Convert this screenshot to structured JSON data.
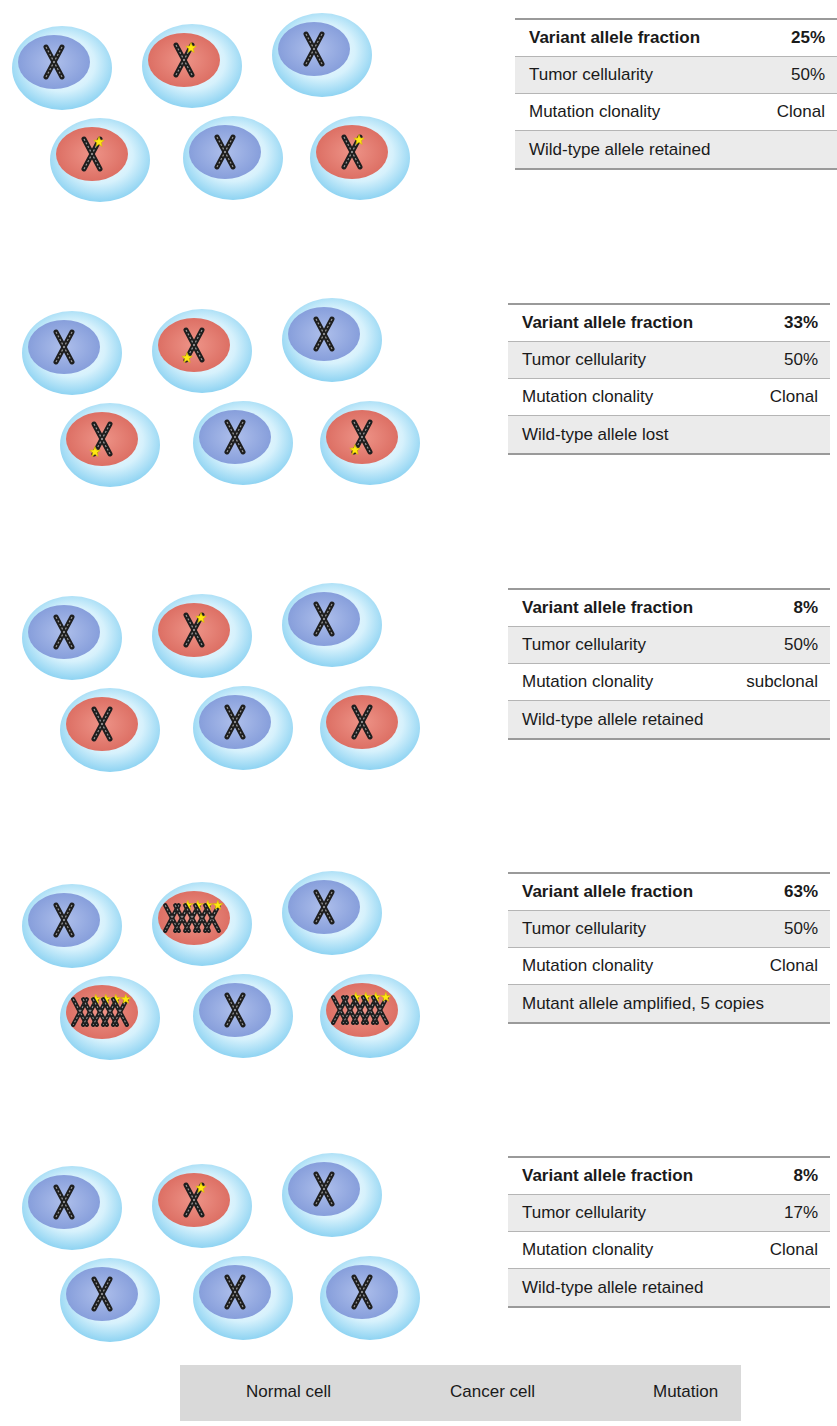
{
  "diagram": {
    "labels": [
      "Variant allele fraction",
      "25%",
      "Tumor cellularity",
      "50%",
      "Mutation clonality",
      "Clonal",
      "Wild-type allele retained",
      "Variant allele fraction",
      "33%",
      "Tumor cellularity",
      "50%",
      "Mutation clonality",
      "Clonal",
      "Wild-type allele lost",
      "Variant allele fraction",
      "8%",
      "Tumor cellularity",
      "50%",
      "Mutation clonality",
      "subclonal",
      "Wild-type allele retained",
      "Variant allele fraction",
      "63%",
      "Tumor cellularity",
      "50%",
      "Mutation clonality",
      "Clonal",
      "Mutant allele amplified, 5 copies",
      "Variant allele fraction",
      "8%",
      "Tumor cellularity",
      "17%",
      "Mutation clonality",
      "Clonal",
      "Wild-type allele retained"
    ],
    "legend": [
      {
        "text": "Normal cell"
      },
      {
        "text": "Cancer cell"
      },
      {
        "text": "Mutation"
      }
    ]
  }
}
